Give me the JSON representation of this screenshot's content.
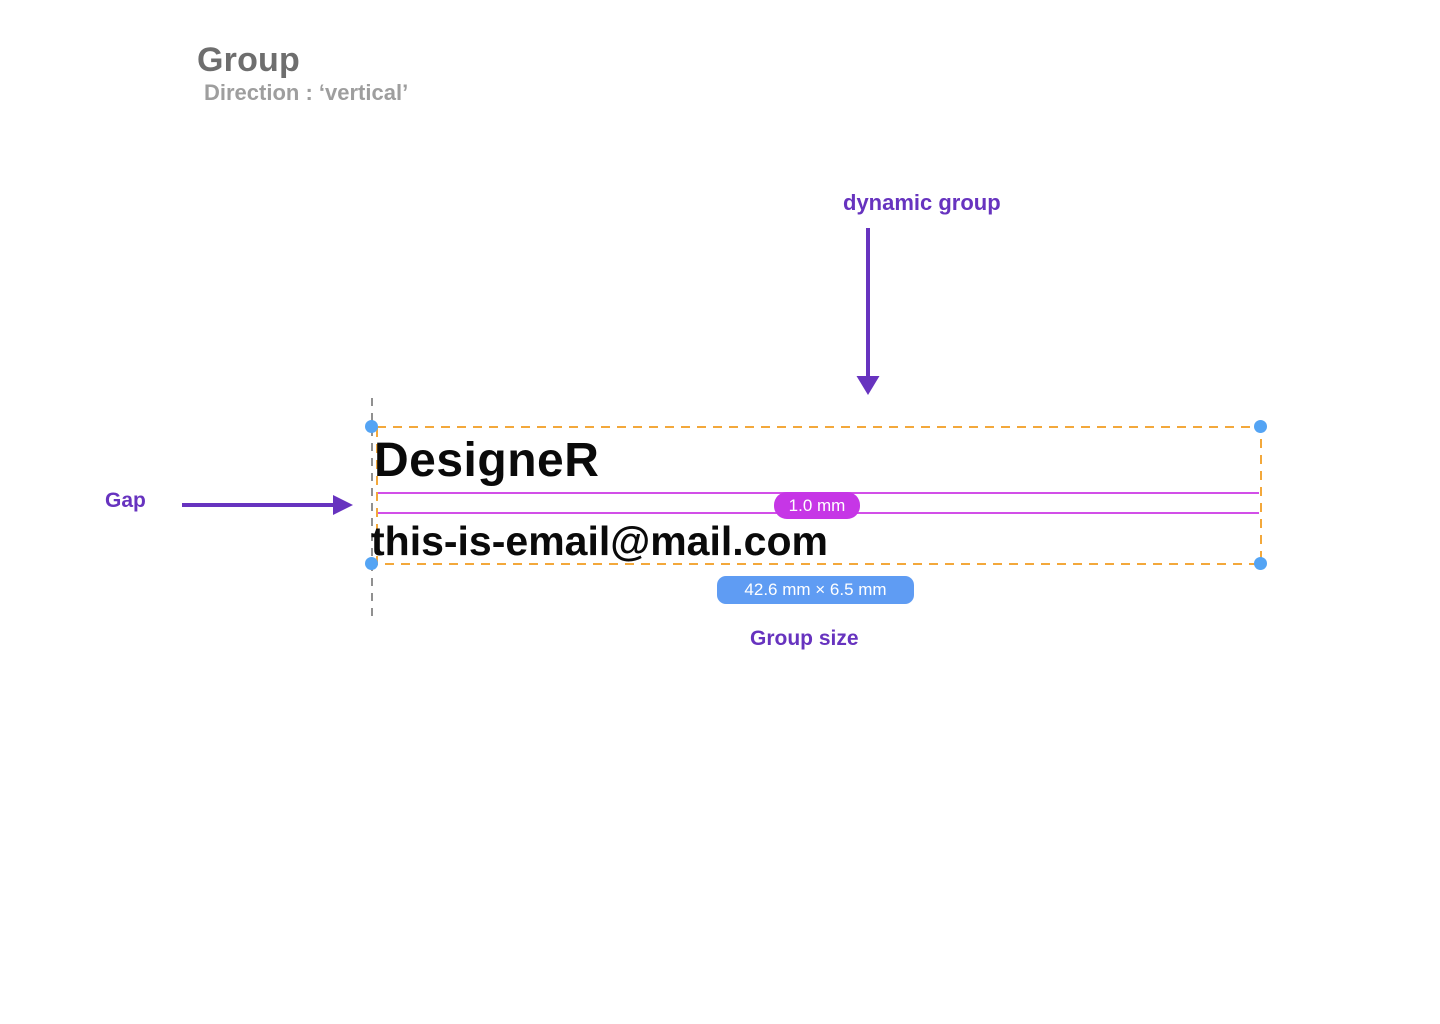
{
  "header": {
    "title": "Group",
    "subtitle": "Direction : ‘vertical’"
  },
  "annotations": {
    "dynamic_group_label": "dynamic group",
    "gap_label": "Gap",
    "group_size_label": "Group size"
  },
  "canvas": {
    "group": {
      "name_text": "DesigneR",
      "email_text": "this-is-email@mail.com"
    },
    "badges": {
      "gap": "1.0 mm",
      "size": "42.6 mm × 6.5 mm"
    }
  },
  "colors": {
    "annotation_purple": "#6733BF",
    "gap_line": "#D24FE8",
    "gap_badge_bg": "#C636E6",
    "size_badge_bg": "#5F9CF3",
    "selection_dash": "#F3A83B",
    "handle_blue": "#54A4F4",
    "guide_gray": "#909090",
    "title_gray": "#6E6E6E",
    "subtitle_gray": "#9E9E9E",
    "content_black": "#0A0A0A"
  }
}
